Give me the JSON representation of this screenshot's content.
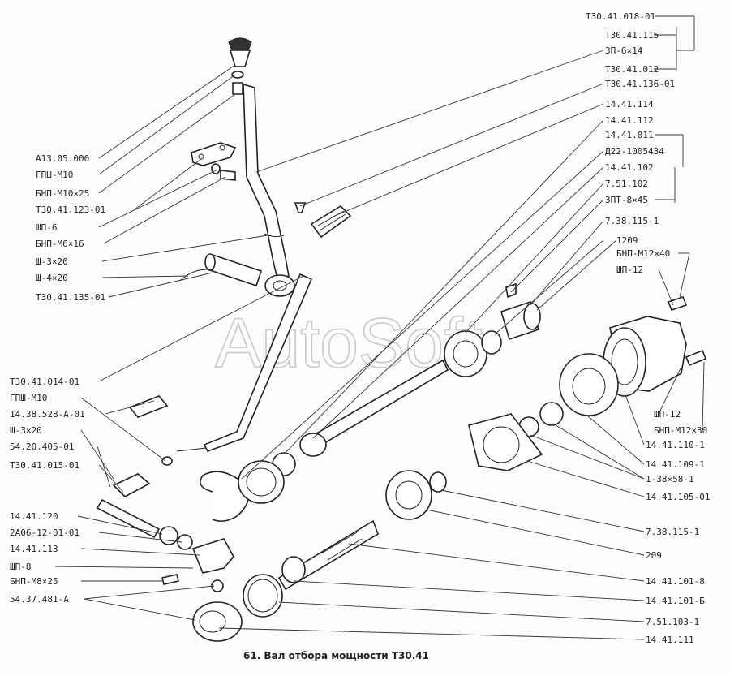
{
  "watermark": "AutoSoft",
  "caption": "61. Вал отбора мощности Т30.41",
  "labels_left": [
    "А13.05.000",
    "ГПШ-М10",
    "БНП-М10×25",
    "Т30.41.123-01",
    "ШП-6",
    "БНП-М6×16",
    "Ш-3×20",
    "Ш-4×20",
    "Т30.41.135-01",
    "Т30.41.014-01",
    "ГПШ-М10",
    "14.38.528-А-01",
    "Ш-3×20",
    "54.20.405-01",
    "Т30.41.015-01",
    "14.41.120",
    "2А06-12-01-01",
    "14.41.113",
    "ШП-8",
    "БНП-М8×25",
    "54.37.481-А"
  ],
  "labels_right": [
    "Т30.41.018-01",
    "Т30.41.115",
    "ЗП-6×14",
    "Т30.41.012",
    "Т30.41.136-01",
    "14.41.114",
    "14.41.112",
    "14.41.011",
    "Д22-1005434",
    "14.41.102",
    "7.51.102",
    "ЗПТ-8×45",
    "7.38.115-1",
    "1209",
    "БНП-М12×40",
    "ШП-12",
    "ШП-12",
    "БНП-М12×30",
    "14.41.110-1",
    "14.41.109-1",
    "1-38×58-1",
    "14.41.105-01",
    "7.38.115-1",
    "209",
    "14.41.101-8",
    "14.41.101-Б",
    "7.51.103-1",
    "14.41.111"
  ]
}
